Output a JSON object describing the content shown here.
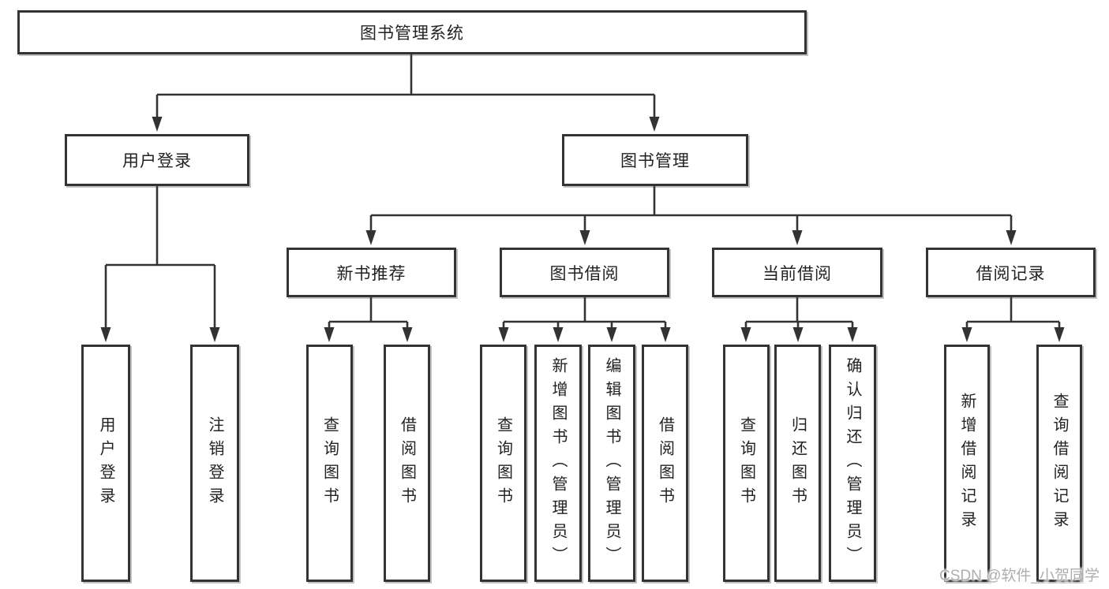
{
  "diagram": {
    "root": {
      "label": "图书管理系统"
    },
    "user_login": {
      "label": "用户登录",
      "children": [
        {
          "label": "用户登录"
        },
        {
          "label": "注销登录"
        }
      ]
    },
    "book_management": {
      "label": "图书管理",
      "children": [
        {
          "label": "新书推荐",
          "children": [
            {
              "label": "查询图书"
            },
            {
              "label": "借阅图书"
            }
          ]
        },
        {
          "label": "图书借阅",
          "children": [
            {
              "label": "查询图书"
            },
            {
              "label": "新增图书（管理员）"
            },
            {
              "label": "编辑图书（管理员）"
            },
            {
              "label": "借阅图书"
            }
          ]
        },
        {
          "label": "当前借阅",
          "children": [
            {
              "label": "查询图书"
            },
            {
              "label": "归还图书"
            },
            {
              "label": "确认归还（管理员）"
            }
          ]
        },
        {
          "label": "借阅记录",
          "children": [
            {
              "label": "新增借阅记录"
            },
            {
              "label": "查询借阅记录"
            }
          ]
        }
      ]
    },
    "watermark": "CSDN @软件_小贺同学"
  },
  "colors": {
    "line": "#333333",
    "text": "#222222",
    "watermark": "#aeaeae",
    "background": "#ffffff"
  }
}
